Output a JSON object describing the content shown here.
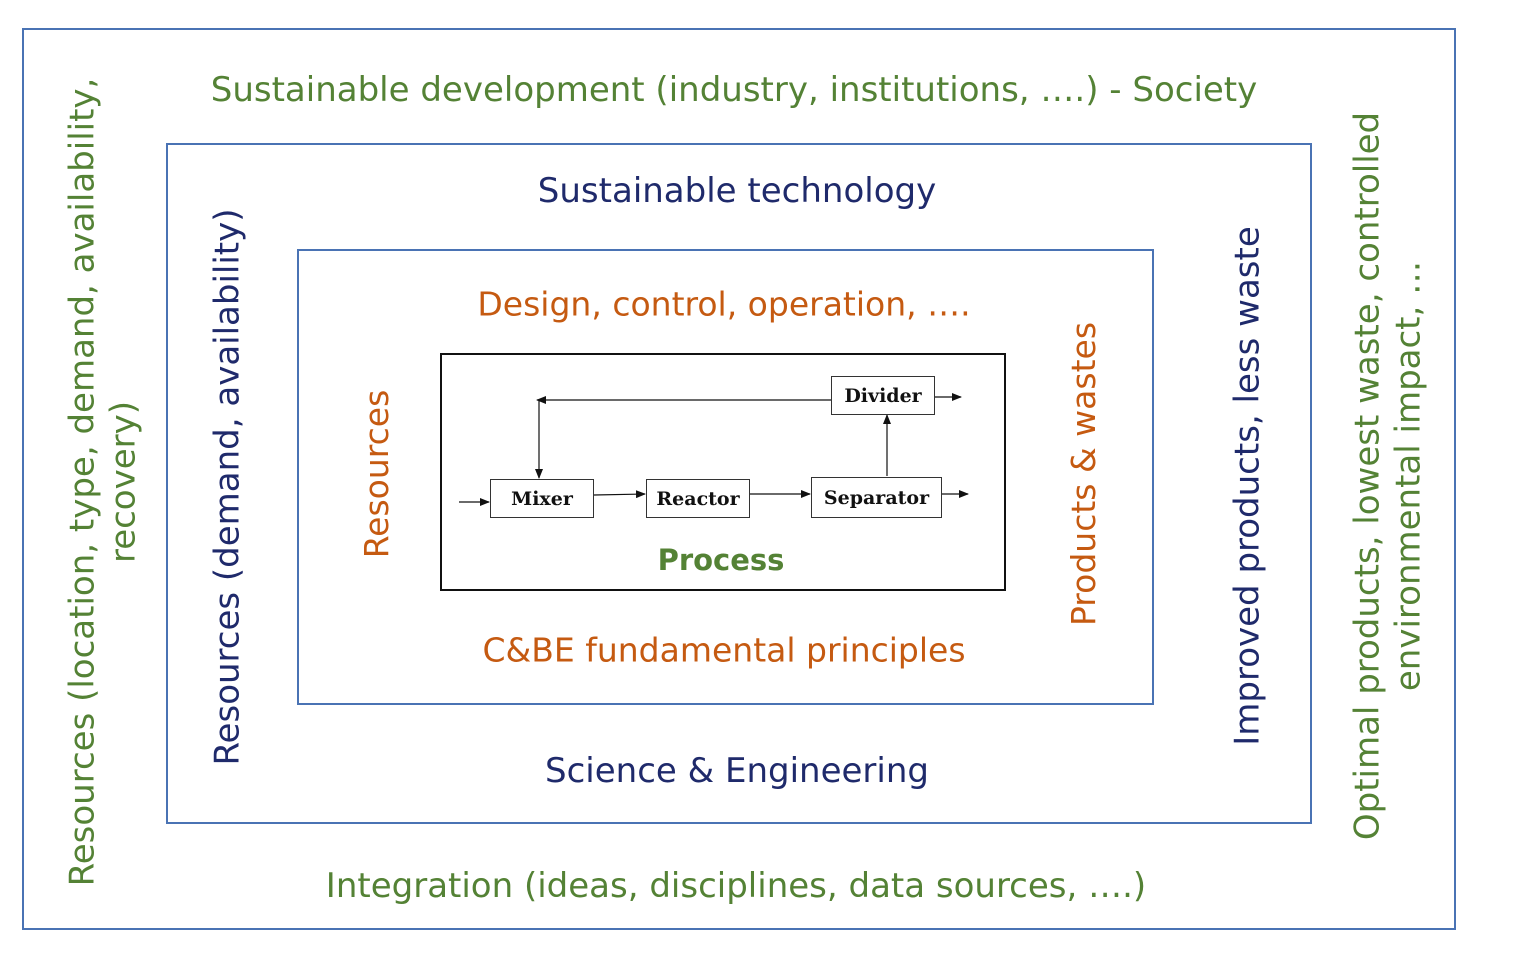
{
  "outer": {
    "top": "Sustainable development (industry, institutions, ….) - Society",
    "bottom": "Integration (ideas, disciplines, data sources, ….)",
    "left_line1": "Resources (location, type, demand, availability,",
    "left_line2": "recovery)",
    "right_line1": "Optimal products, lowest waste, controlled",
    "right_line2": "environmental impact, …"
  },
  "middle": {
    "top": "Sustainable technology",
    "bottom": "Science & Engineering",
    "left": "Resources (demand, availability)",
    "right": "Improved products, less waste"
  },
  "inner": {
    "top": "Design, control, operation, ….",
    "bottom": "C&BE fundamental principles",
    "left": "Resources",
    "right": "Products & wastes"
  },
  "process": {
    "label": "Process",
    "units": {
      "mixer": "Mixer",
      "reactor": "Reactor",
      "separator": "Separator",
      "divider": "Divider"
    }
  },
  "colors": {
    "border": "#4a73b4",
    "green": "#548235",
    "navy": "#1f2a6b",
    "orange": "#c55a11"
  }
}
